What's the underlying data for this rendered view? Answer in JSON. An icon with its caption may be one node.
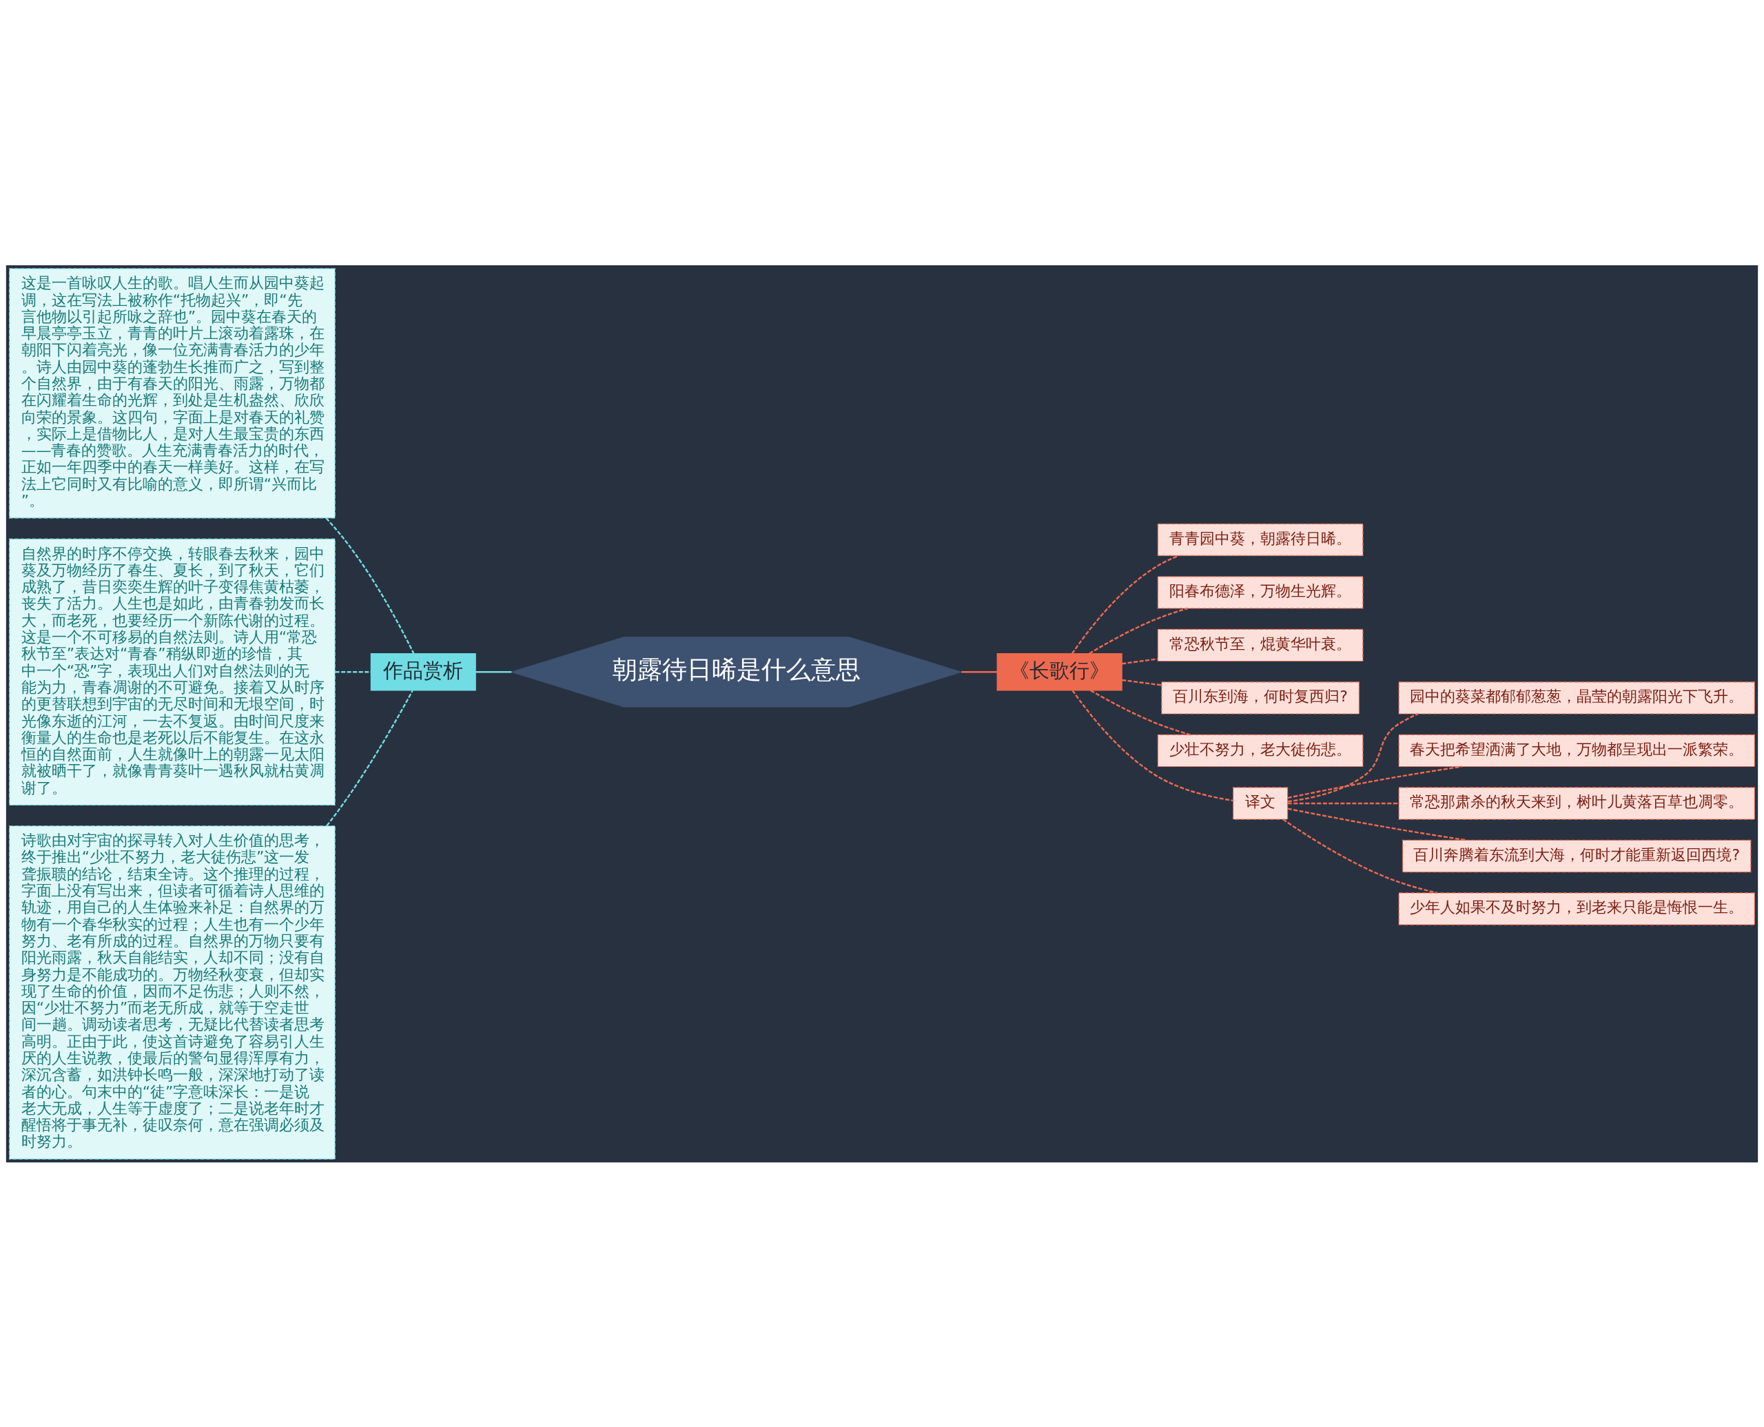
{
  "diagram": {
    "nodes": [
      {
        "text": [
          "朝露待日晞是什么意思"
        ]
      },
      {
        "text": [
          "作品赏析"
        ]
      },
      {
        "text": [
          "这是一首咏叹人生的歌。唱人生而从园中葵起调，这在写法上被称作“托物起兴”，即“先言他物以引起所咏之辞也”。园中葵在春天的早晨亭亭玉立，青青的叶片上滚动着露珠，在朝阳下闪着亮光，像一位充满青春活力的少年。诗人由园中葵的蓬勃生长推而广之，写到整个自然界，由于有春天的阳光、雨露，万物都在闪耀着生命的光辉，到处是生机盎然、欣欣向荣的景象。这四句，字面上是对春天的礼赞，实际上是借物比人，是对人生最宝贵的东西——青春的赞歌。人生充满青春活力的时代，正如一年四季中的春天一样美好。这样，在写法上它同时又有比喻的意义，即所谓“兴而比”。"
        ]
      },
      {
        "text": [
          "自然界的时序不停交换，转眼春去秋来，园中葵及万物经历了春生、夏长，到了秋天，它们成熟了，昔日奕奕生辉的叶子变得焦黄枯萎，丧失了活力。人生也是如此，由青春勃发而长大，而老死，也要经历一个新陈代谢的过程。这是一个不可移易的自然法则。诗人用“常恐秋节至”表达对“青春”稍纵即逝的珍惜，其中一个“恐”字，表现出人们对自然法则的无能为力，青春凋谢的不可避免。接着又从时序的更替联想到宇宙的无尽时间和无垠空间，时光像东逝的江河，一去不复返。由时间尺度来衡量人的生命也是老死以后不能复生。在这永恒的自然面前，人生就像叶上的朝露一见太阳就被晒干了，就像青青葵叶一遇秋风就枯黄凋谢了。"
        ]
      },
      {
        "text": [
          "诗歌由对宇宙的探寻转入对人生价值的思考，终于推出“少壮不努力，老大徒伤悲”这一发聋振聩的结论，结束全诗。这个推理的过程，字面上没有写出来，但读者可循着诗人思维的轨迹，用自己的人生体验来补足：自然界的万物有一个春华秋实的过程；人生也有一个少年努力、老有所成的过程。自然界的万物只要有阳光雨露，秋天自能结实，人却不同；没有自身努力是不能成功的。万物经秋变衰，但却实现了生命的价值，因而不足伤悲；人则不然，因“少壮不努力”而老无所成，就等于空走世间一趟。调动读者思考，无疑比代替读者思考高明。正由于此，使这首诗避免了容易引人生厌的人生说教，使最后的警句显得浑厚有力，深沉含蓄，如洪钟长鸣一般，深深地打动了读者的心。句末中的“徒”字意味深长：一是说老大无成，人生等于虚度了；二是说老年时才醒悟将于事无补，徒叹奈何，意在强调必须及时努力。"
        ]
      },
      {
        "text": [
          "《长歌行》"
        ]
      },
      {
        "text": [
          "青青园中葵，朝露待日晞。"
        ]
      },
      {
        "text": [
          "阳春布德泽，万物生光辉。"
        ]
      },
      {
        "text": [
          "常恐秋节至，焜黄华叶衰。"
        ]
      },
      {
        "text": [
          "百川东到海，何时复西归?"
        ]
      },
      {
        "text": [
          "少壮不努力，老大徒伤悲。"
        ]
      },
      {
        "text": [
          "译文"
        ]
      },
      {
        "text": [
          "园中的葵菜都郁郁葱葱，晶莹的朝露阳光下飞升。"
        ]
      },
      {
        "text": [
          "春天把希望洒满了大地，万物都呈现出一派繁荣。"
        ]
      },
      {
        "text": [
          "常恐那肃杀的秋天来到，树叶儿黄落百草也凋零。"
        ]
      },
      {
        "text": [
          "百川奔腾着东流到大海，何时才能重新返回西境?"
        ]
      },
      {
        "text": [
          "少年人如果不及时努力，到老来只能是悔恨一生。"
        ]
      }
    ],
    "edges": [
      {
        "from": 0,
        "to": 1,
        "arrow": "none",
        "color": "#6fdde3"
      },
      {
        "from": 1,
        "to": 2,
        "arrow": "none",
        "style": "dashed",
        "color": "#6fdde3"
      },
      {
        "from": 1,
        "to": 3,
        "arrow": "none",
        "style": "dashed",
        "color": "#6fdde3"
      },
      {
        "from": 1,
        "to": 4,
        "arrow": "none",
        "style": "dashed",
        "color": "#6fdde3"
      },
      {
        "from": 0,
        "to": 5,
        "arrow": "none"
      },
      {
        "from": 5,
        "to": 6,
        "arrow": "none",
        "style": "dashed"
      },
      {
        "from": 5,
        "to": 7,
        "arrow": "none",
        "style": "dashed"
      },
      {
        "from": 5,
        "to": 8,
        "arrow": "none",
        "style": "dashed"
      },
      {
        "from": 5,
        "to": 9,
        "arrow": "none",
        "style": "dashed"
      },
      {
        "from": 5,
        "to": 10,
        "arrow": "none",
        "style": "dashed"
      },
      {
        "from": 5,
        "to": 11,
        "arrow": "none",
        "style": "dashed"
      },
      {
        "from": 11,
        "to": 12,
        "arrow": "none",
        "style": "dashed"
      },
      {
        "from": 11,
        "to": 13,
        "arrow": "none",
        "style": "dashed"
      },
      {
        "from": 11,
        "to": 14,
        "arrow": "none",
        "style": "dashed"
      },
      {
        "from": 11,
        "to": 15,
        "arrow": "none",
        "style": "dashed"
      },
      {
        "from": 11,
        "to": 16,
        "arrow": "none",
        "style": "dashed"
      }
    ]
  }
}
